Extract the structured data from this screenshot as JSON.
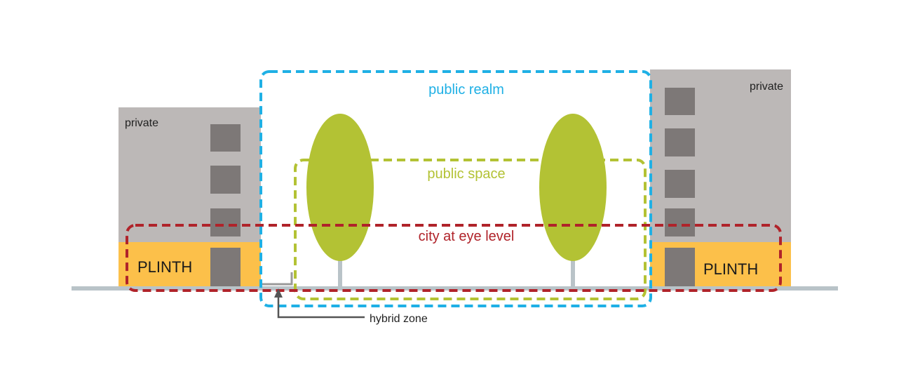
{
  "labels": {
    "public_realm": "public realm",
    "public_space": "public space",
    "city_at_eye_level": "city at eye level",
    "private_left": "private",
    "private_right": "private",
    "plinth_left": "PLINTH",
    "plinth_right": "PLINTH",
    "hybrid_zone": "hybrid zone"
  },
  "colors": {
    "public_realm": "#1fb0e5",
    "public_space": "#b3c234",
    "city_at_eye_level": "#b0232a",
    "building": "#bcb8b7",
    "window": "#7d7877",
    "plinth": "#fcc04a",
    "ground": "#b9c3c8",
    "tree": "#b3c234"
  }
}
